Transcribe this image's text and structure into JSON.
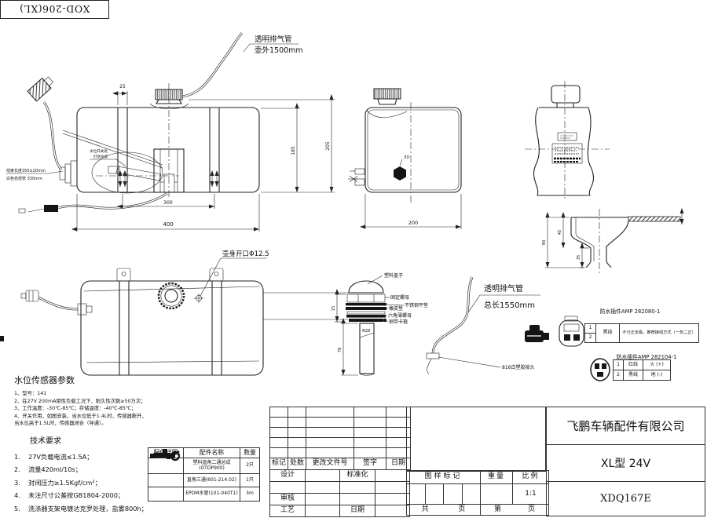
{
  "doc": {
    "code": "XOD-206(XL)"
  },
  "labels": {
    "vent_top": [
      "透明排气管",
      "壶外1500mm"
    ],
    "vent_bottom": [
      "透明排气管",
      "总长1550mm"
    ],
    "vent_tip": "816白塑胶接头",
    "harness": [
      "线束长度350±20mm",
      "白色自熄管 330mm"
    ],
    "glue": [
      "水位开关处",
      "打防水胶"
    ],
    "body_hole": "壶身开口Φ12.5"
  },
  "dims": {
    "top_view": {
      "d25": "25",
      "d300": "300",
      "d400": "400",
      "d185": "185",
      "d205": "205"
    },
    "side_view": {
      "d200": "200",
      "d30": "30"
    },
    "funnel": {
      "d90": "90",
      "d45": "45",
      "d35": "35"
    },
    "sensor": {
      "d15": "15",
      "d78": "78",
      "dia": "Φ28"
    }
  },
  "sensor_detail": {
    "labels": [
      "塑料盖子",
      "固定螺母",
      "不锈钢平垫",
      "橡皮垫",
      "六角薄螺母",
      "钢带卡箍"
    ]
  },
  "connectors": {
    "c1_title": "防水插件AMP 282080-1",
    "c1_pins": [
      "1",
      "2"
    ],
    "c1_wire": "黑线",
    "c1_note": "不分正负极，推荐接线方式（一负二正）",
    "c2_title": "防水插件AMP 282104-1",
    "c2_rows": [
      {
        "pin": "1",
        "wire": "红线",
        "fn": "火 (+)"
      },
      {
        "pin": "2",
        "wire": "黑线",
        "fn": "地 (-)"
      }
    ]
  },
  "sensor_params": {
    "title": "水位传感器参数",
    "lines": [
      "1、型号：141",
      "2、在27V 200mA阻性负载工况下，耐久性次数≥50万次；",
      "3、工作温度：-30℃-85℃；存储温度：-40℃-85℃；",
      "4、开关作用，如图安装，当水位低于1.4L时，传感器断开，",
      "当水位高于1.5L时，传感器闭合（导通）。"
    ]
  },
  "tech_req": {
    "title": "技术要求",
    "items": [
      {
        "no": "1.",
        "text": "27V负载电流≤1.5A；"
      },
      {
        "no": "2.",
        "text": "流量420ml/10s；"
      },
      {
        "no": "3.",
        "text": "封闭压力≥1.5Kgf/cm²；"
      },
      {
        "no": "4.",
        "text": "未注尺寸公差按GB1804-2000；"
      },
      {
        "no": "5.",
        "text": "洗涤器支架电镀达克罗处理，盐雾800h；"
      }
    ]
  },
  "parts_table": {
    "headers": [
      "配件样图",
      "配件名称",
      "数量"
    ],
    "rows": [
      {
        "name": "塑料直角二通总成",
        "name2": "(OTDP900)",
        "qty": "2只"
      },
      {
        "name": "直角三通(601-214.02)",
        "name2": "",
        "qty": "1只"
      },
      {
        "name": "EPDM水管(101-040T1)",
        "name2": "",
        "qty": "3m"
      }
    ]
  },
  "title_block": {
    "company": "飞鹏车辆配件有限公司",
    "model": "XL型 24V",
    "drawing_no": "XDQ167E",
    "rev_headers": [
      "标记",
      "处数",
      "更改文件号",
      "签字",
      "日期"
    ],
    "roles": {
      "design": "设计",
      "standard": "标准化",
      "check": "审核",
      "process": "工艺",
      "date": "日期"
    },
    "stamp": {
      "mark": "图样标记",
      "weight": "重量",
      "scale": "比例",
      "scale_val": "1:1",
      "total": "共",
      "page": "页",
      "no": "第",
      "page2": "页"
    }
  }
}
